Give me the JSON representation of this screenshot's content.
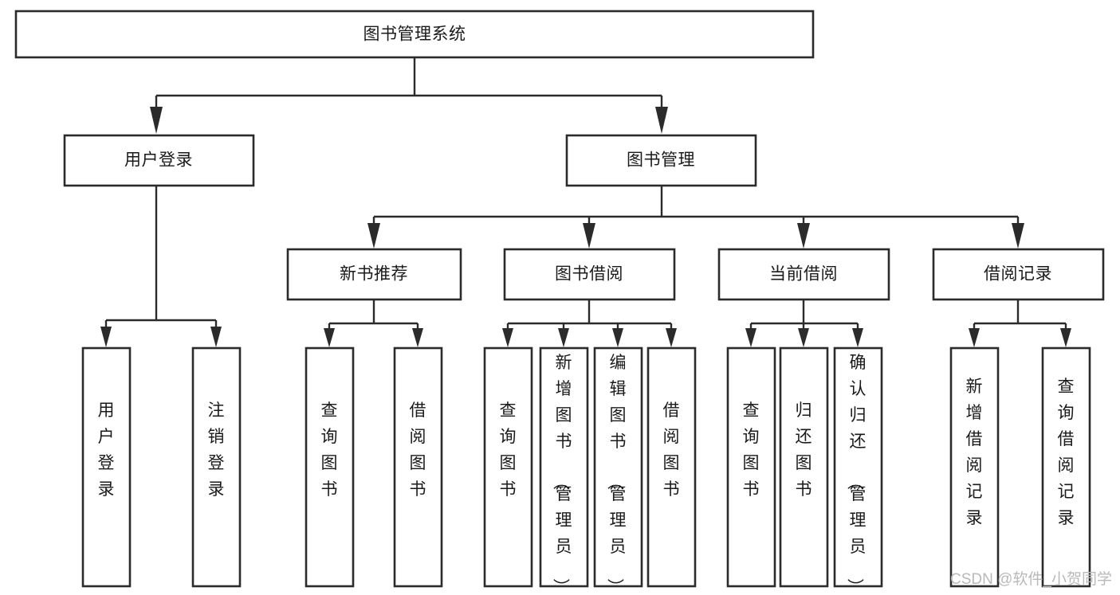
{
  "diagram": {
    "type": "tree",
    "title": "图书管理系统",
    "orientation": "top-down",
    "root": {
      "id": "root",
      "label": "图书管理系统"
    },
    "level2": [
      {
        "id": "user-login",
        "label": "用户登录"
      },
      {
        "id": "book-manage",
        "label": "图书管理"
      }
    ],
    "level3": [
      {
        "id": "new-book-recommend",
        "label": "新书推荐",
        "parent": "book-manage"
      },
      {
        "id": "book-borrow",
        "label": "图书借阅",
        "parent": "book-manage"
      },
      {
        "id": "current-borrow",
        "label": "当前借阅",
        "parent": "book-manage"
      },
      {
        "id": "borrow-record",
        "label": "借阅记录",
        "parent": "book-manage"
      }
    ],
    "leaves": [
      {
        "id": "leaf-user-login",
        "label": "用户登录",
        "parent": "user-login"
      },
      {
        "id": "leaf-logout",
        "label": "注销登录",
        "parent": "user-login"
      },
      {
        "id": "leaf-query-book-1",
        "label": "查询图书",
        "parent": "new-book-recommend"
      },
      {
        "id": "leaf-borrow-book-1",
        "label": "借阅图书",
        "parent": "new-book-recommend"
      },
      {
        "id": "leaf-query-book-2",
        "label": "查询图书",
        "parent": "book-borrow"
      },
      {
        "id": "leaf-add-book",
        "label": "新增图书（管理员）",
        "parent": "book-borrow"
      },
      {
        "id": "leaf-edit-book",
        "label": "编辑图书（管理员）",
        "parent": "book-borrow"
      },
      {
        "id": "leaf-borrow-book-2",
        "label": "借阅图书",
        "parent": "book-borrow"
      },
      {
        "id": "leaf-query-book-3",
        "label": "查询图书",
        "parent": "current-borrow"
      },
      {
        "id": "leaf-return-book",
        "label": "归还图书",
        "parent": "current-borrow"
      },
      {
        "id": "leaf-confirm-return",
        "label": "确认归还（管理员）",
        "parent": "current-borrow"
      },
      {
        "id": "leaf-add-record",
        "label": "新增借阅记录",
        "parent": "borrow-record"
      },
      {
        "id": "leaf-query-record",
        "label": "查询借阅记录",
        "parent": "borrow-record"
      }
    ],
    "colors": {
      "stroke": "#2b2b2b",
      "fill": "#ffffff",
      "text": "#1a1a1a",
      "watermark": "#b9b9b9"
    }
  },
  "watermark": {
    "text": "CSDN @软件_小贺同学"
  }
}
